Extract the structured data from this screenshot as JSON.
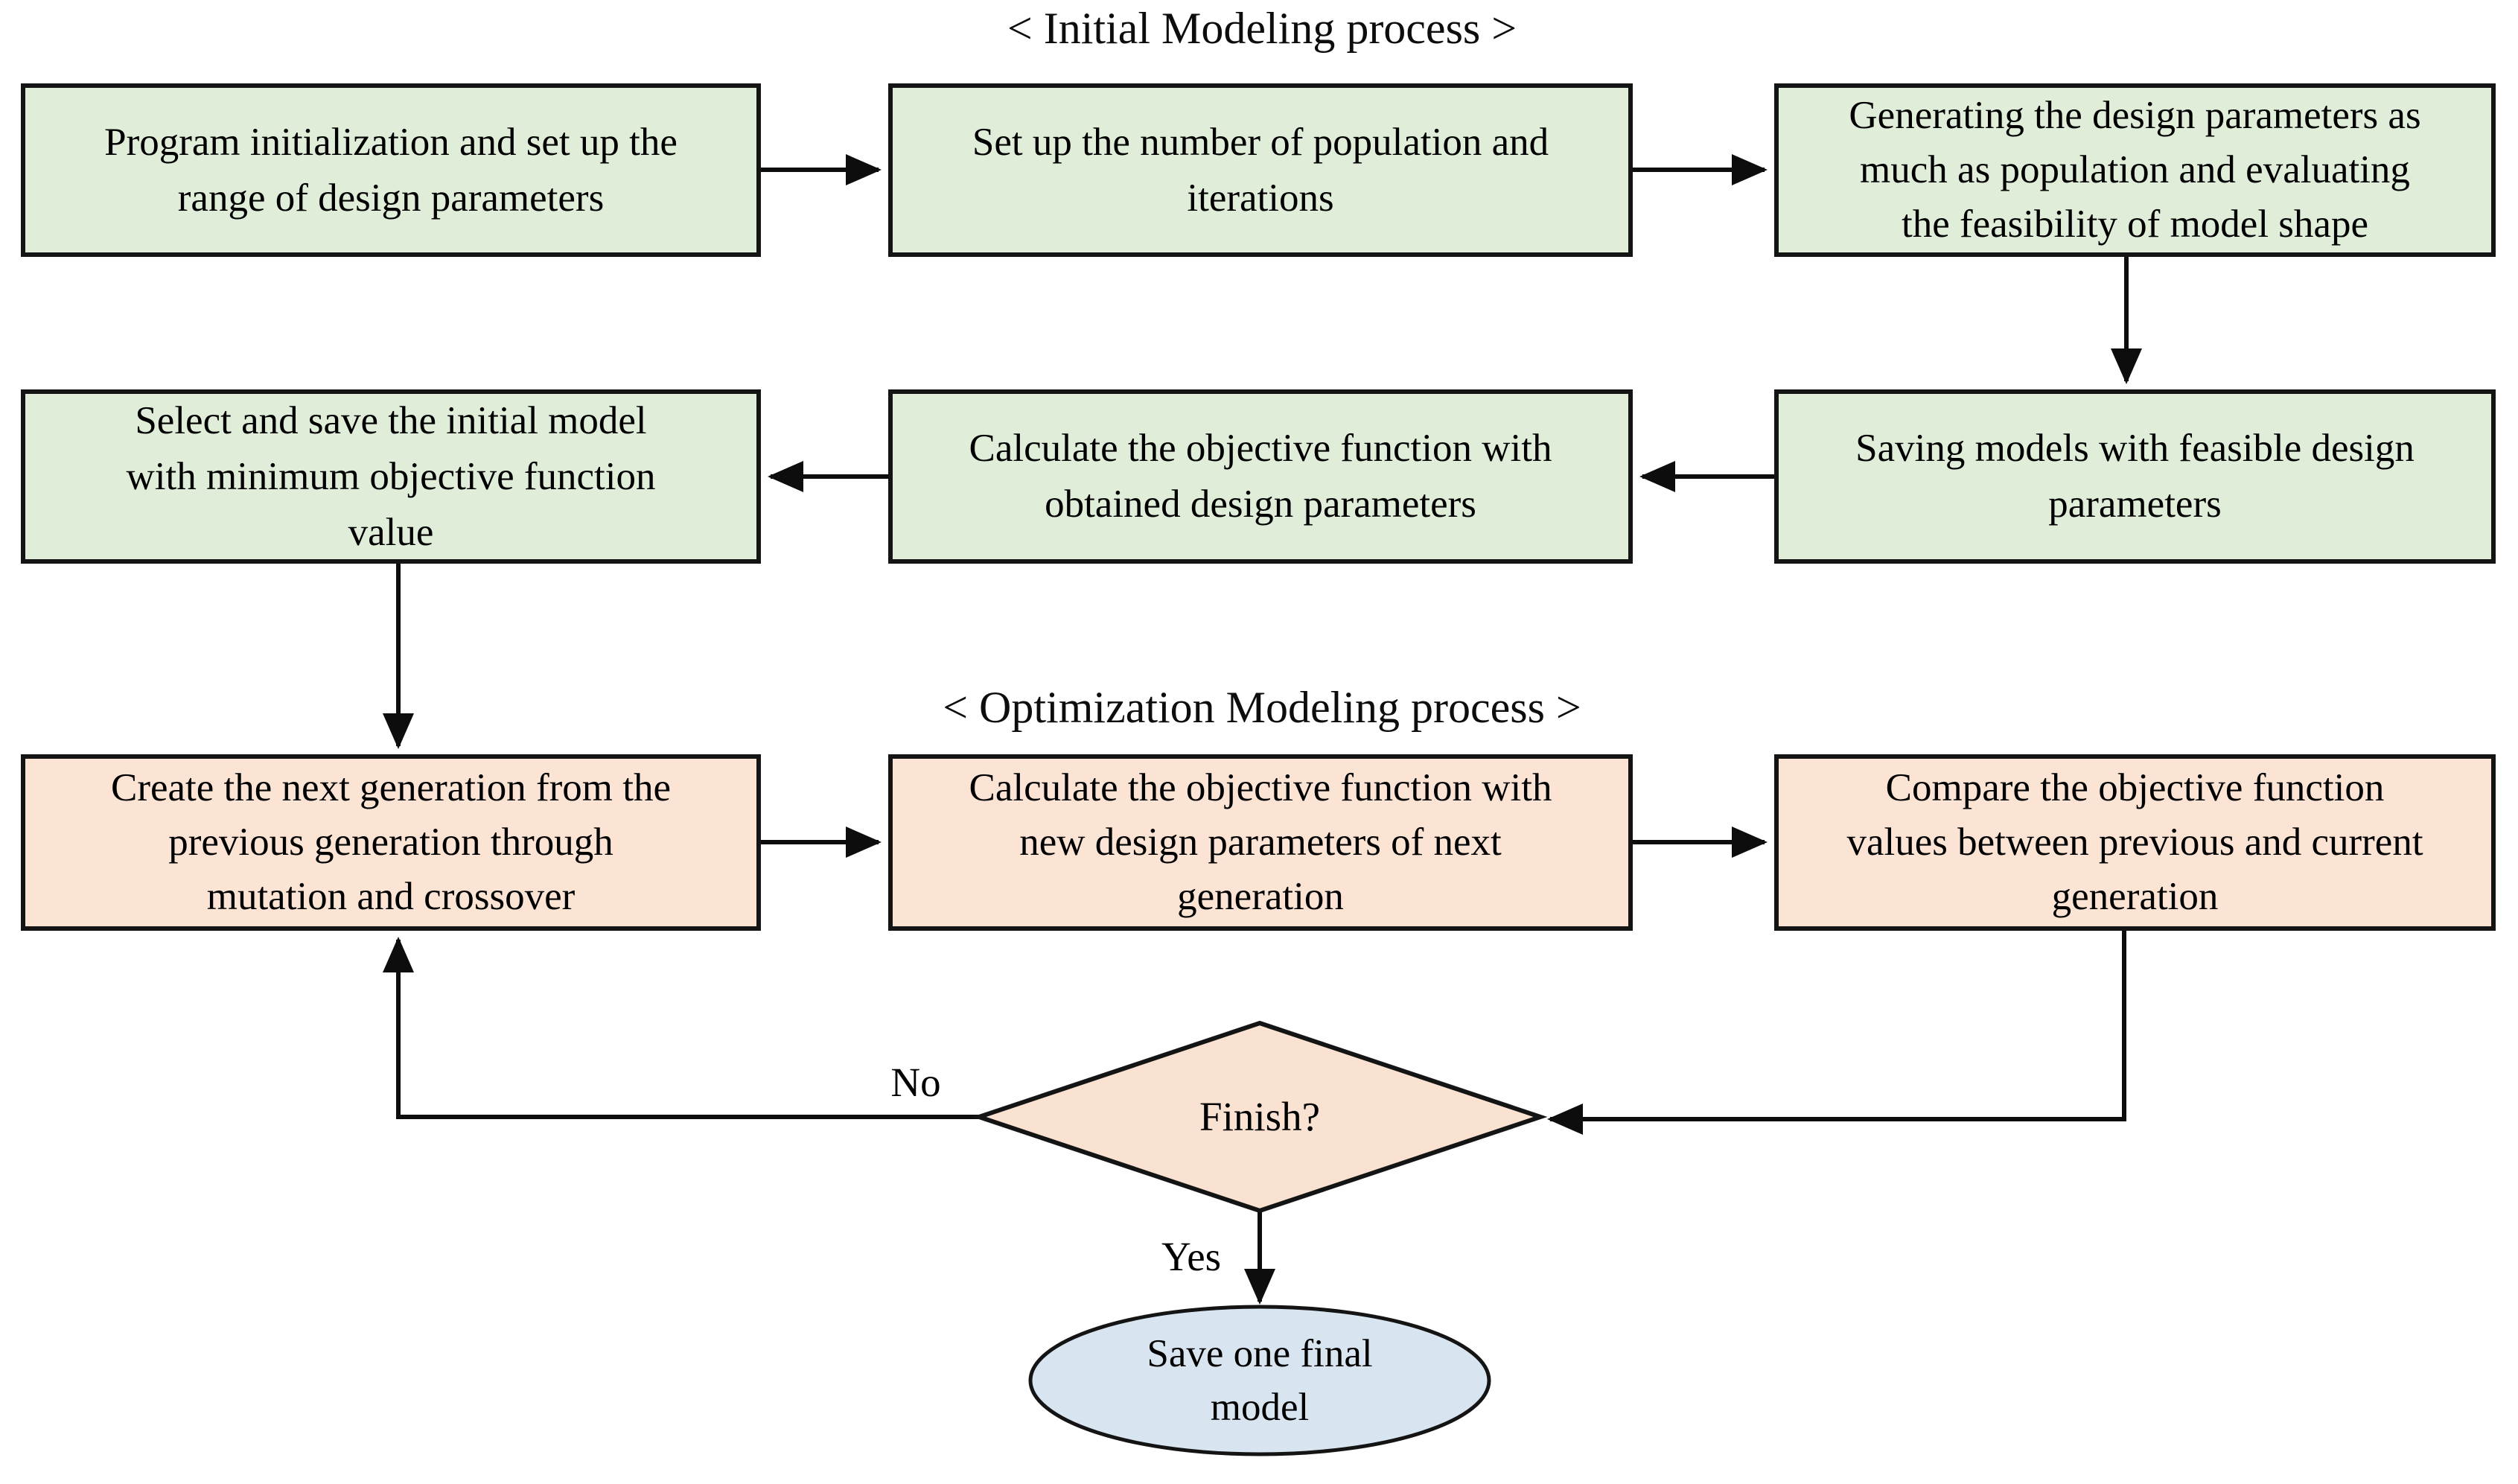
{
  "titles": {
    "initial": "< Initial Modeling process >",
    "optimization": "< Optimization  Modeling  process >"
  },
  "nodes": {
    "program_init": {
      "label": "Program initialization and set up the\nrange of design parameters",
      "stage": "initial"
    },
    "setup_population": {
      "label": "Set up the number of population and\niterations",
      "stage": "initial"
    },
    "generate_params": {
      "label": "Generating the design parameters as\nmuch as population and evaluating\nthe feasibility of model shape",
      "stage": "initial"
    },
    "select_save_initial": {
      "label": "Select and save the initial model\nwith minimum objective function\nvalue",
      "stage": "initial"
    },
    "calc_obj_obtained": {
      "label": "Calculate the objective function with\nobtained design parameters",
      "stage": "initial"
    },
    "save_feasible": {
      "label": "Saving models with feasible design\nparameters",
      "stage": "initial"
    },
    "create_next_gen": {
      "label": "Create the next generation from the\nprevious generation through\nmutation and crossover",
      "stage": "optimization"
    },
    "calc_obj_new": {
      "label": "Calculate the objective function with\nnew design parameters of next\ngeneration",
      "stage": "optimization"
    },
    "compare_obj": {
      "label": "Compare the objective function\nvalues between previous and current\ngeneration",
      "stage": "optimization"
    }
  },
  "decision": {
    "label": "Finish?"
  },
  "terminal": {
    "label": "Save one final\nmodel"
  },
  "edge_labels": {
    "no": "No",
    "yes": "Yes"
  },
  "colors": {
    "initial_stage_fill": "#DFEDD9",
    "optimization_stage_fill": "#FBE4D4",
    "decision_fill": "#F9E2D1",
    "terminal_fill": "#D8E5F1",
    "border": "#141414",
    "connector": "#0d0d0d"
  }
}
